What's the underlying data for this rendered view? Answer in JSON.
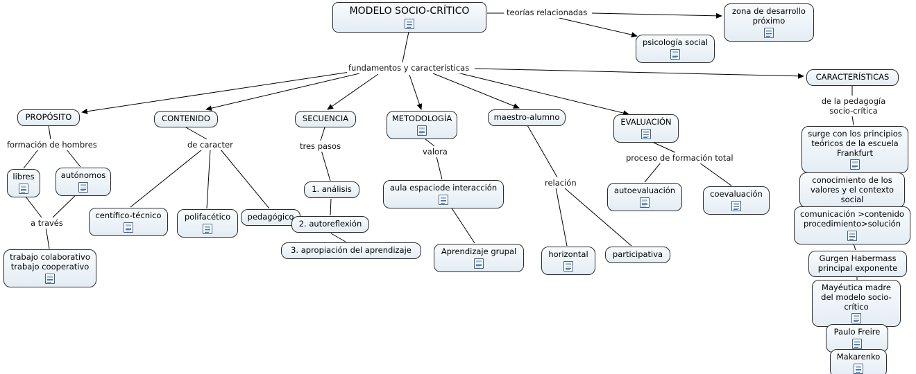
{
  "nodes": {
    "title": "MODELO SOCIO-CRÍTICO",
    "zona": "zona de desarrollo próximo",
    "psicologia": "psicología social",
    "proposito": "PROPÓSITO",
    "contenido": "CONTENIDO",
    "secuencia": "SECUENCIA",
    "metodologia": "METODOLOGÍA",
    "maestro": "maestro-alumno",
    "evaluacion": "EVALUACIÓN",
    "caracteristicas": "CARACTERÍSTICAS",
    "libres": "libres",
    "autonomos": "autónomos",
    "trabajo": "trabajo colaborativo trabajo cooperativo",
    "cientifico": "centífico-técnico",
    "polifacetico": "polifacético",
    "pedagogico": "pedagógico",
    "analisis": "1. análisis",
    "autoreflexion": "2. autoreflexión",
    "apropiacion": "3. apropiación del aprendizaje",
    "aula": "aula espaciode interacción",
    "aprendizaje": "Aprendizaje grupal",
    "horizontal": "horizontal",
    "participativa": "participativa",
    "autoevaluacion": "autoevaluación",
    "coevaluacion": "coevaluación",
    "frankfurt": "surge con los principios teóricos de la escuela Frankfurt",
    "conocimiento": "conocimiento de los valores y el contexto social",
    "comunicacion": "comunicación >contenido procedimiento>solución",
    "habermass": "Gurgen Habermass principal exponente",
    "mayeutica": "Mayéutica madre del modelo socio-crítico",
    "freire": "Paulo Freire",
    "makarenko": "Makarenko"
  },
  "phrases": {
    "teorias": "teorías relacionadas",
    "fundamentos": "fundamentos y características",
    "formacion": "formación de hombres",
    "atraves": "a través",
    "decaracter": "de caracter",
    "trespasos": "tres pasos",
    "valora": "valora",
    "relacion": "relación",
    "proceso": "proceso de formación total",
    "delapedagogia": "de la pedagogía socio-crítica"
  },
  "icons": {
    "resource": "resource-icon"
  },
  "colors": {
    "node_bg_top": "#f8fbfd",
    "node_bg_bottom": "#e4edf4",
    "node_border": "#2b2b2b",
    "line": "#000000",
    "background": "#ffffff"
  }
}
